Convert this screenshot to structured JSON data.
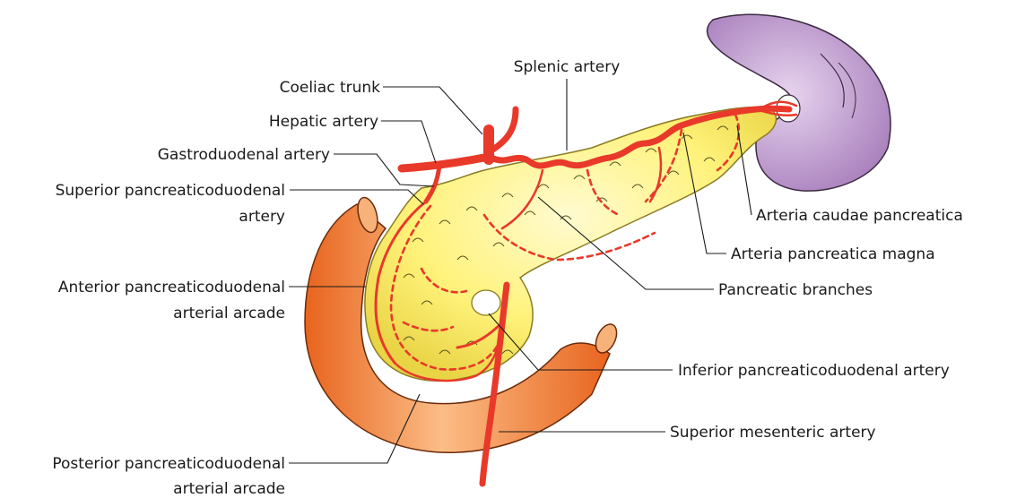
{
  "labels": {
    "coeliac_trunk": "Coeliac trunk",
    "hepatic_artery": "Hepatic artery",
    "gastroduodenal_artery": "Gastroduodenal artery",
    "superior_pd_artery_line1": "Superior pancreaticoduodenal",
    "superior_pd_artery_line2": "artery",
    "anterior_arcade_line1": "Anterior pancreaticoduodenal",
    "anterior_arcade_line2": "arterial arcade",
    "posterior_arcade_line1": "Posterior pancreaticoduodenal",
    "posterior_arcade_line2": "arterial arcade",
    "splenic_artery": "Splenic artery",
    "arteria_caudae_pancreatica": "Arteria caudae pancreatica",
    "arteria_pancreatica_magna": "Arteria pancreatica magna",
    "pancreatic_branches": "Pancreatic branches",
    "inferior_pd_artery": "Inferior pancreaticoduodenal artery",
    "superior_mesenteric_artery": "Superior mesenteric artery"
  },
  "colors": {
    "artery": "#e8392a",
    "pancreas": "#fff27a",
    "duodenum": "#f08a3c",
    "spleen": "#c9a6d6"
  }
}
